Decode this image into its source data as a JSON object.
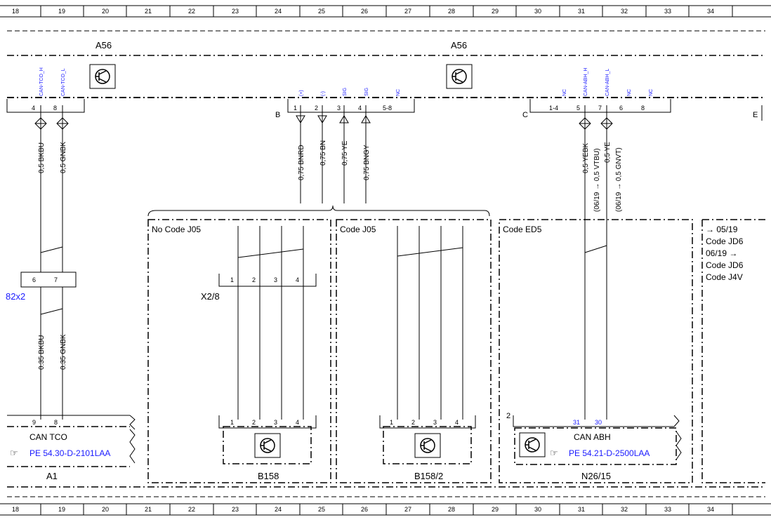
{
  "ruler": [
    "18",
    "19",
    "20",
    "21",
    "22",
    "23",
    "24",
    "25",
    "26",
    "27",
    "28",
    "29",
    "30",
    "31",
    "32",
    "33",
    "34"
  ],
  "components": {
    "a56_left": "A56",
    "a56_right": "A56",
    "a1": "A1",
    "b158": "B158",
    "b158_2": "B158/2",
    "n26_15": "N26/15",
    "x2_8": "X2/8",
    "x82x2": "82x2"
  },
  "connector_letters": {
    "b": "B",
    "c": "C",
    "e": "E"
  },
  "signals": {
    "can_tco_h": "CAN-TCO_H",
    "can_tco_l": "CAN-TCO_L",
    "plus": "(+)",
    "minus": "(-)",
    "sig1": "SIG",
    "sig2": "SIG",
    "nc1": "NC",
    "nc2": "NC",
    "can_abh_h": "CAN-ABH_H",
    "can_abh_l": "CAN-ABH_L",
    "nc3": "NC",
    "nc4": "NC"
  },
  "pins": {
    "a56_4": "4",
    "a56_8": "8",
    "b_1": "1",
    "b_2": "2",
    "b_3": "3",
    "b_4": "4",
    "b_58": "5-8",
    "c_14": "1-4",
    "c_5": "5",
    "c_7": "7",
    "c_6": "6",
    "c_8": "8",
    "x82_6": "6",
    "x82_7": "7",
    "a1_9": "9",
    "a1_8": "8",
    "x28_1": "1",
    "x28_2": "2",
    "x28_3": "3",
    "x28_4": "4",
    "b158_1": "1",
    "b158_2": "2",
    "b158_3": "3",
    "b158_4": "4",
    "b1582_1": "1",
    "b1582_2": "2",
    "b1582_3": "3",
    "b1582_4": "4",
    "n26_31": "31",
    "n26_30": "30",
    "n26_idx": "2"
  },
  "wires": {
    "w1": "0,5 BKBU",
    "w2": "0,5 GNBK",
    "w3": "0,75 BNRD",
    "w4": "0,75 BN",
    "w5": "0,75 YE",
    "w6": "0,75 BNGY",
    "w7": "0,5 YEBK",
    "w7b": "(06/19  →  0,5 VTBU)",
    "w8": "0,5 YE",
    "w8b": "(06/19  →  0,5 GNVT)",
    "w9": "0.35 BKBU",
    "w10": "0.35 GNBK"
  },
  "codes": {
    "no_j05": "No Code J05",
    "j05": "Code J05",
    "ed5": "Code ED5",
    "r1": "→ 05/19",
    "r2": "Code JD6",
    "r3": "06/19 →",
    "r4": "Code JD6",
    "r5": "Code J4V"
  },
  "bus_labels": {
    "can_tco": "CAN TCO",
    "can_abh": "CAN ABH"
  },
  "refs": {
    "pe_a1": "PE 54.30-D-2101LAA",
    "pe_n26": "PE 54.21-D-2500LAA"
  }
}
